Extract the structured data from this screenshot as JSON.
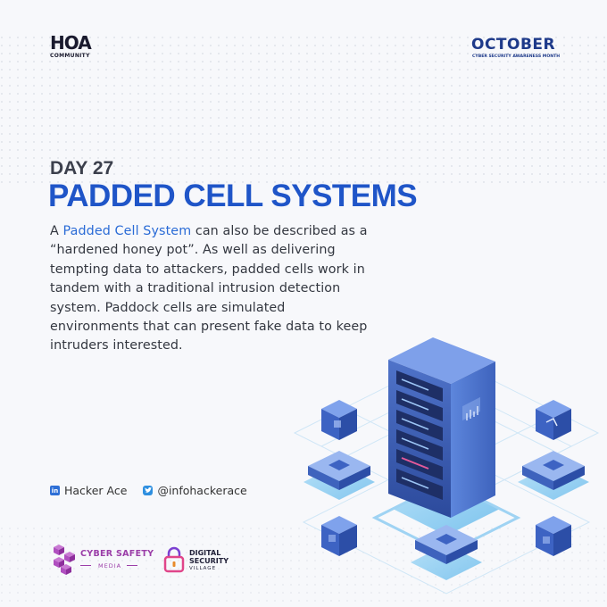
{
  "brand": {
    "hoa_logo_mark": "HOA",
    "hoa_logo_sub": "COMMUNITY",
    "october_logo_word": "OCTOBER",
    "october_logo_sub": "CYBER SECURITY AWARENESS MONTH"
  },
  "post": {
    "day": "DAY 27",
    "title": "PADDED CELL SYSTEMS",
    "body_prefix": "A ",
    "body_highlight": "Padded Cell System",
    "body_rest": " can also be described as a “hardened honey pot”. As well as delivering tempting data to attackers, padded cells work in tandem with a traditional intrusion detection system. Paddock cells are simulated environments that can present fake data to keep intruders interested."
  },
  "socials": {
    "linkedin_label": "Hacker Ace",
    "twitter_label": "@infohackerace"
  },
  "partners": {
    "cyber_safety_title": "CYBER SAFETY",
    "cyber_safety_sub": "MEDIA",
    "digital_security_line1": "DIGITAL",
    "digital_security_line2": "SECURITY",
    "digital_security_line3": "VILLAGE"
  },
  "colors": {
    "accent_blue": "#1f55c8",
    "highlight_blue": "#2a6bd6",
    "purple": "#9b3ea8"
  },
  "icons": [
    "linkedin-icon",
    "twitter-icon",
    "server-rack-icon",
    "padlock-icon",
    "cube-icon"
  ]
}
